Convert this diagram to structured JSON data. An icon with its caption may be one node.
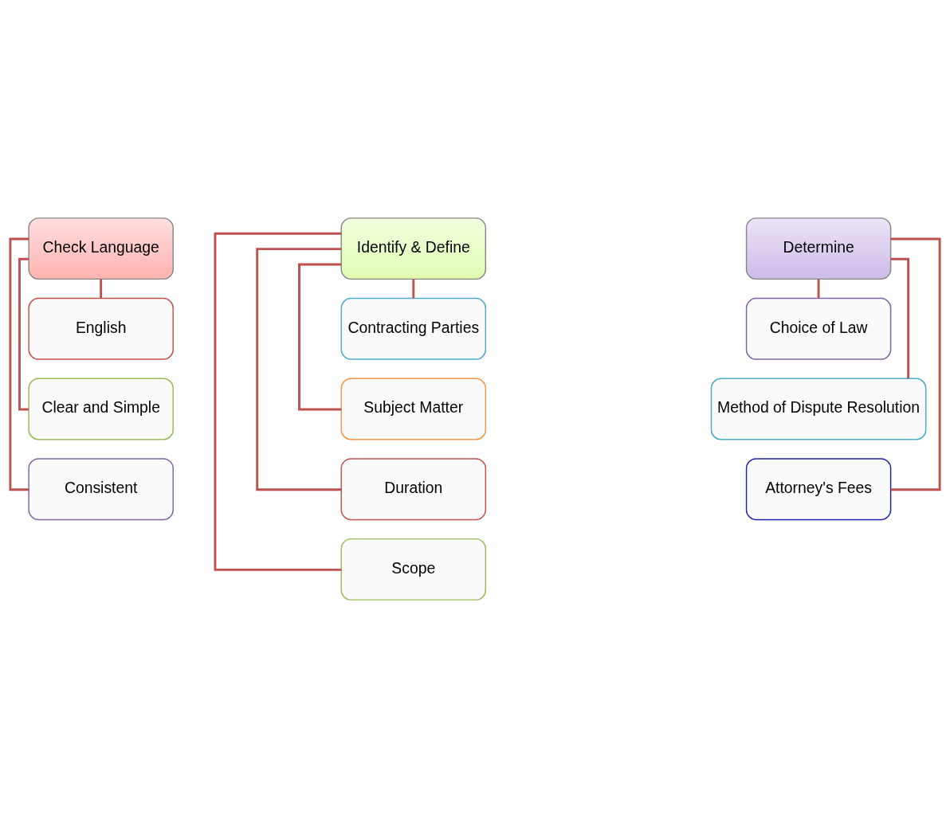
{
  "diagram": {
    "nodes": [
      {
        "text": [
          "Check Language"
        ]
      },
      {
        "text": [
          "English"
        ]
      },
      {
        "text": [
          "Clear and Simple"
        ]
      },
      {
        "text": [
          "Consistent"
        ]
      },
      {
        "text": [
          "Identify & Define"
        ]
      },
      {
        "text": [
          "Contracting Parties"
        ]
      },
      {
        "text": [
          "Subject Matter"
        ]
      },
      {
        "text": [
          "Duration"
        ]
      },
      {
        "text": [
          "Scope"
        ]
      },
      {
        "text": [
          "Determine"
        ]
      },
      {
        "text": [
          "Choice of Law"
        ]
      },
      {
        "text": [
          "Method of Dispute Resolution"
        ]
      },
      {
        "text": [
          "Attorney's Fees"
        ]
      }
    ],
    "edges": [
      {
        "from": 0,
        "to": 1,
        "arrow": "none"
      },
      {
        "from": 0,
        "to": 2,
        "arrow": "none"
      },
      {
        "from": 0,
        "to": 3,
        "arrow": "none"
      },
      {
        "from": 4,
        "to": 5,
        "arrow": "none"
      },
      {
        "from": 4,
        "to": 6,
        "arrow": "none"
      },
      {
        "from": 4,
        "to": 7,
        "arrow": "none"
      },
      {
        "from": 4,
        "to": 8,
        "arrow": "none"
      },
      {
        "from": 9,
        "to": 10,
        "arrow": "none"
      },
      {
        "from": 9,
        "to": 11,
        "arrow": "none"
      },
      {
        "from": 9,
        "to": 12,
        "arrow": "none"
      }
    ]
  }
}
